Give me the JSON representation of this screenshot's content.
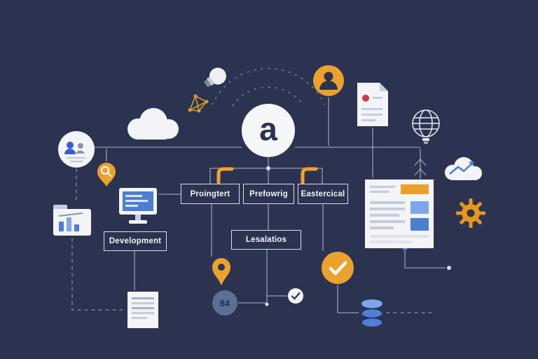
{
  "canvas": {
    "background": "#2b3351"
  },
  "logo": {
    "letter": "a"
  },
  "flow_boxes": [
    {
      "label": "Proingtert"
    },
    {
      "label": "Prefowrig"
    },
    {
      "label": "Eastercical"
    }
  ],
  "sub_boxes": [
    {
      "label": "Development"
    },
    {
      "label": "Lesalatios"
    }
  ],
  "stat_badge": {
    "value": "84"
  },
  "colors": {
    "background": "#2b3351",
    "accent_orange": "#eba22c",
    "accent_blue": "#4a7fd4",
    "line": "#c3c9d6",
    "white": "#f2f4f8",
    "red_dot": "#d23b3b",
    "slate": "#5d6f93"
  },
  "icons": [
    "cloud-icon",
    "lightbulb-icon",
    "network-icon",
    "user-badge-icon",
    "document-icon",
    "globe-icon",
    "cloud-chart-icon",
    "team-circle-icon",
    "search-marker-icon",
    "monitor-icon",
    "chart-card-icon",
    "browser-window-icon",
    "gear-icon",
    "check-badge-icon",
    "map-pin-icon",
    "list-document-icon",
    "stat-badge",
    "check-circle-icon",
    "database-icon",
    "logo-circle",
    "corner-bracket-icon"
  ]
}
